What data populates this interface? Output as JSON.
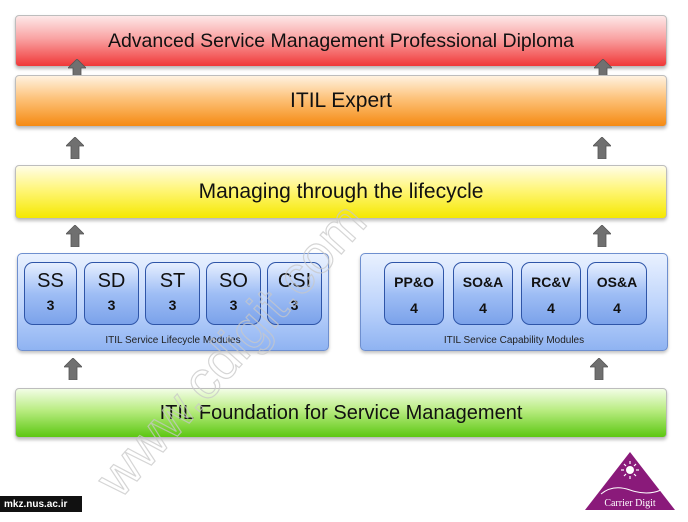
{
  "bands": {
    "diploma": "Advanced Service Management Professional Diploma",
    "expert": "ITIL Expert",
    "lifecycle": "Managing through the lifecycle",
    "foundation": "ITIL Foundation for Service Management"
  },
  "lifecycle_modules": {
    "label": "ITIL Service Lifecycle Modules",
    "items": [
      {
        "code": "SS",
        "level": "3"
      },
      {
        "code": "SD",
        "level": "3"
      },
      {
        "code": "ST",
        "level": "3"
      },
      {
        "code": "SO",
        "level": "3"
      },
      {
        "code": "CSI",
        "level": "3"
      }
    ]
  },
  "capability_modules": {
    "label": "ITIL Service Capability Modules",
    "items": [
      {
        "code": "PP&O",
        "level": "4"
      },
      {
        "code": "SO&A",
        "level": "4"
      },
      {
        "code": "RC&V",
        "level": "4"
      },
      {
        "code": "OS&A",
        "level": "4"
      }
    ]
  },
  "watermark": "www.cdigit.com",
  "site_badge": "mkz.nus.ac.ir",
  "logo_text": "Carrier Digit",
  "colors": {
    "diploma": "#f03838",
    "expert": "#f58a12",
    "lifecycle": "#f5e800",
    "foundation": "#5cc712",
    "module": "#7ba2ea",
    "arrow": "#707070",
    "logo": "#8a1a7a"
  },
  "icons": {
    "arrow": "up-arrow-icon"
  }
}
